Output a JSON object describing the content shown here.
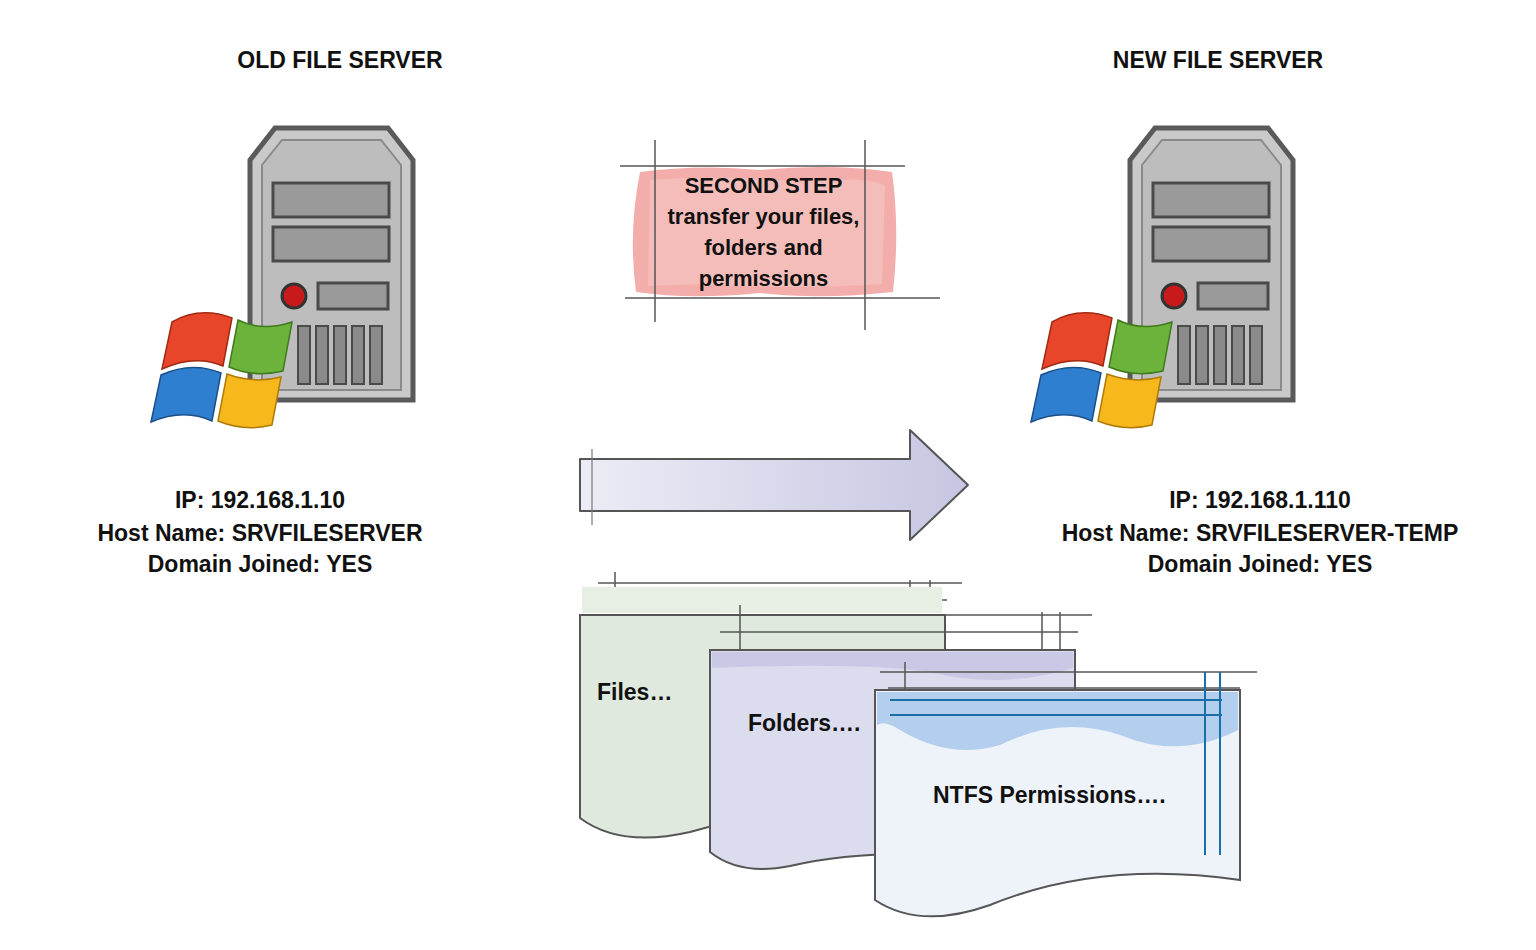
{
  "diagram": {
    "nodes": [
      {
        "text": [
          "OLD FILE SERVER",
          "IP: 192.168.1.10",
          "Host Name: SRVFILESERVER",
          "Domain Joined: YES"
        ]
      },
      {
        "text": [
          "SECOND STEP transfer your files, folders and permissions"
        ]
      },
      {
        "text": [
          "NEW FILE SERVER",
          "IP: 192.168.1.110",
          "Host Name: SRVFILESERVER-TEMP",
          "Domain Joined: YES"
        ]
      },
      {
        "text": [
          "Files…"
        ]
      },
      {
        "text": [
          "Folders…."
        ]
      },
      {
        "text": [
          "NTFS Permissions…."
        ]
      }
    ],
    "edges": [
      {
        "from": 0,
        "to": 2,
        "arrow": "to"
      }
    ]
  }
}
